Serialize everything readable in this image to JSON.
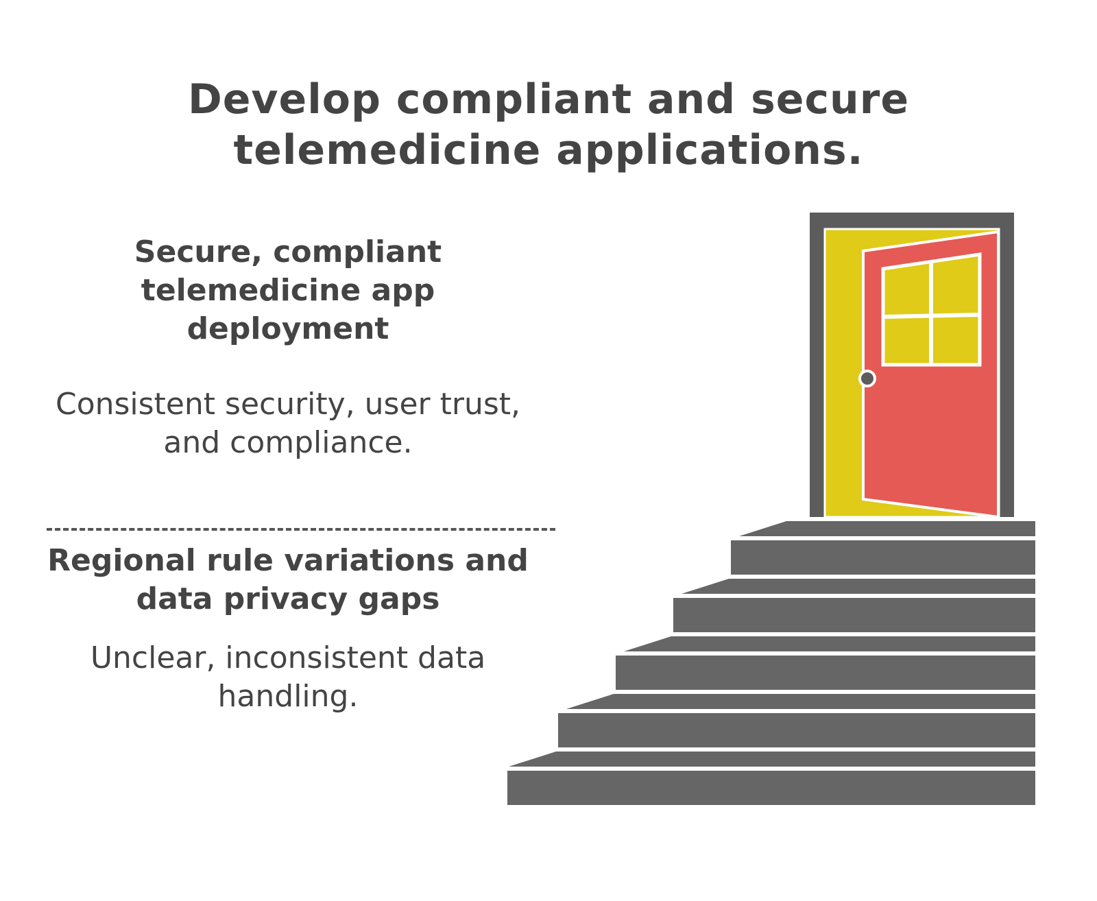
{
  "title": "Develop compliant and secure telemedicine applications.",
  "top": {
    "heading": "Secure, compliant telemedicine app deployment",
    "description": "Consistent security, user trust, and compliance."
  },
  "bottom": {
    "heading": "Regional rule variations and data privacy gaps",
    "description": "Unclear, inconsistent data handling."
  },
  "colors": {
    "text": "#444444",
    "stairs": "#666666",
    "frame": "#5c5c5c",
    "door": "#e55a55",
    "door_glass": "#dfcb18",
    "doorway": "#dfcb18"
  },
  "icons": [
    "staircase-icon",
    "open-door-icon"
  ]
}
